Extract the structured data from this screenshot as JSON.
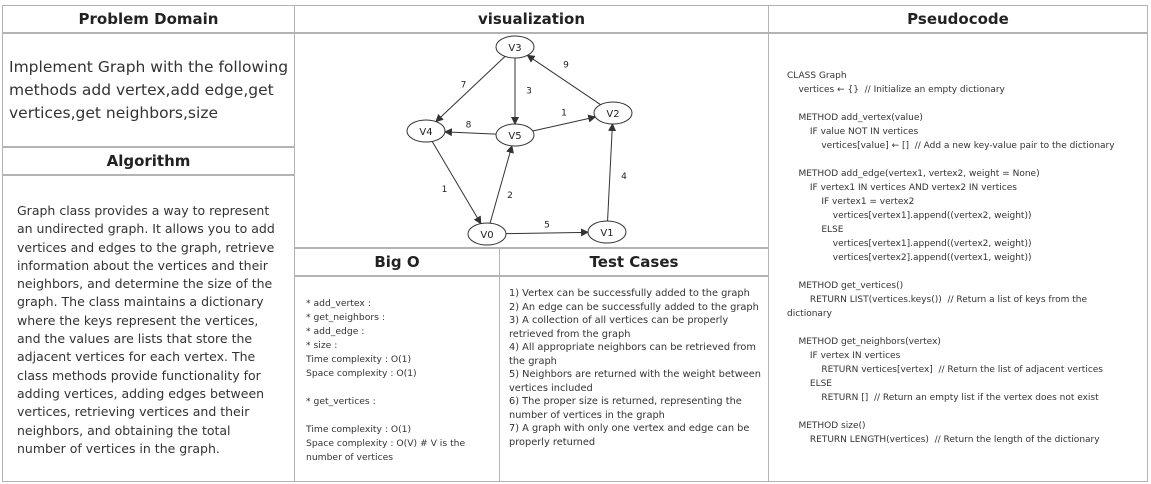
{
  "headers": {
    "problem_domain": "Problem Domain",
    "visualization": "visualization",
    "pseudocode": "Pseudocode",
    "algorithm": "Algorithm",
    "big_o": "Big O",
    "test_cases": "Test Cases"
  },
  "problem_domain_text": "Implement Graph with the following methods add vertex,add edge,get vertices,get neighbors,size",
  "algorithm_text": "Graph class provides a way to represent an undirected graph. It allows you to add vertices and edges to the graph, retrieve information about the vertices and their neighbors, and determine the size of the graph. The class maintains a dictionary where the keys represent the vertices, and the values are lists that store the adjacent vertices for each vertex. The class methods provide functionality for adding vertices, adding edges between vertices, retrieving vertices and their neighbors, and obtaining the total number of vertices in the graph.",
  "big_o_lines": [
    "* add_vertex :",
    "* get_neighbors :",
    "* add_edge :",
    "* size :",
    "Time complexity : O(1)",
    "Space complexity : O(1)",
    "",
    "* get_vertices :",
    "",
    "Time complexity : O(1)",
    "Space complexity : O(V) # V is the",
    "number of vertices"
  ],
  "test_cases": [
    "1) Vertex can be successfully added to the graph",
    "2) An edge can be successfully added to the graph",
    "3) A collection of all vertices can be properly retrieved from the graph",
    "4) All appropriate neighbors can be retrieved from the graph",
    "5) Neighbors are returned with the weight between vertices included",
    "6) The proper size is returned, representing the number of vertices in the graph",
    "7) A graph with only one vertex and edge can be properly returned"
  ],
  "pseudocode_lines": [
    "CLASS Graph",
    "    vertices ← {}  // Initialize an empty dictionary",
    "",
    "    METHOD add_vertex(value)",
    "        IF value NOT IN vertices",
    "            vertices[value] ← []  // Add a new key-value pair to the dictionary",
    "",
    "    METHOD add_edge(vertex1, vertex2, weight = None)",
    "        IF vertex1 IN vertices AND vertex2 IN vertices",
    "            IF vertex1 = vertex2",
    "                vertices[vertex1].append((vertex2, weight))",
    "            ELSE",
    "                vertices[vertex1].append((vertex2, weight))",
    "                vertices[vertex2].append((vertex1, weight))",
    "",
    "    METHOD get_vertices()",
    "        RETURN LIST(vertices.keys())  // Return a list of keys from the",
    "dictionary",
    "",
    "    METHOD get_neighbors(vertex)",
    "        IF vertex IN vertices",
    "            RETURN vertices[vertex]  // Return the list of adjacent vertices",
    "        ELSE",
    "            RETURN []  // Return an empty list if the vertex does not exist",
    "",
    "    METHOD size()",
    "        RETURN LENGTH(vertices)  // Return the length of the dictionary"
  ],
  "graph": {
    "nodes": [
      {
        "id": "V3",
        "label": "V3"
      },
      {
        "id": "V4",
        "label": "V4"
      },
      {
        "id": "V5",
        "label": "V5"
      },
      {
        "id": "V2",
        "label": "V2"
      },
      {
        "id": "V0",
        "label": "V0"
      },
      {
        "id": "V1",
        "label": "V1"
      }
    ],
    "edges": [
      {
        "from": "V3",
        "to": "V4",
        "weight": "7"
      },
      {
        "from": "V3",
        "to": "V5",
        "weight": "3"
      },
      {
        "from": "V2",
        "to": "V3",
        "weight": "9"
      },
      {
        "from": "V5",
        "to": "V4",
        "weight": "8"
      },
      {
        "from": "V5",
        "to": "V2",
        "weight": "1"
      },
      {
        "from": "V4",
        "to": "V0",
        "weight": "1"
      },
      {
        "from": "V0",
        "to": "V5",
        "weight": "2"
      },
      {
        "from": "V0",
        "to": "V1",
        "weight": "5"
      },
      {
        "from": "V1",
        "to": "V2",
        "weight": "4"
      }
    ]
  }
}
